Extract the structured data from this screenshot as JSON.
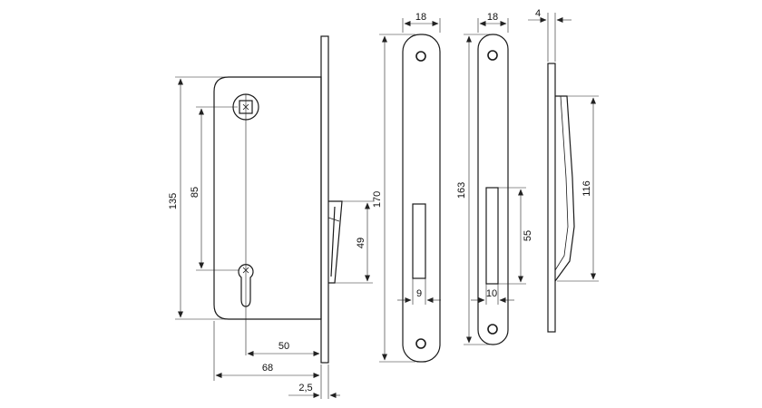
{
  "dimensions": {
    "case_height": "135",
    "backset_centers": "85",
    "strike_cut_height": "49",
    "backset": "50",
    "case_depth": "68",
    "faceplate_thickness": "2,5",
    "faceplate_length": "170",
    "faceplate_width": "18",
    "faceplate_slot_width": "9",
    "strike_length": "163",
    "strike_width": "18",
    "strike_slot_height": "55",
    "strike_slot_width": "10",
    "hook_plate_thickness": "4",
    "hook_height": "116"
  }
}
